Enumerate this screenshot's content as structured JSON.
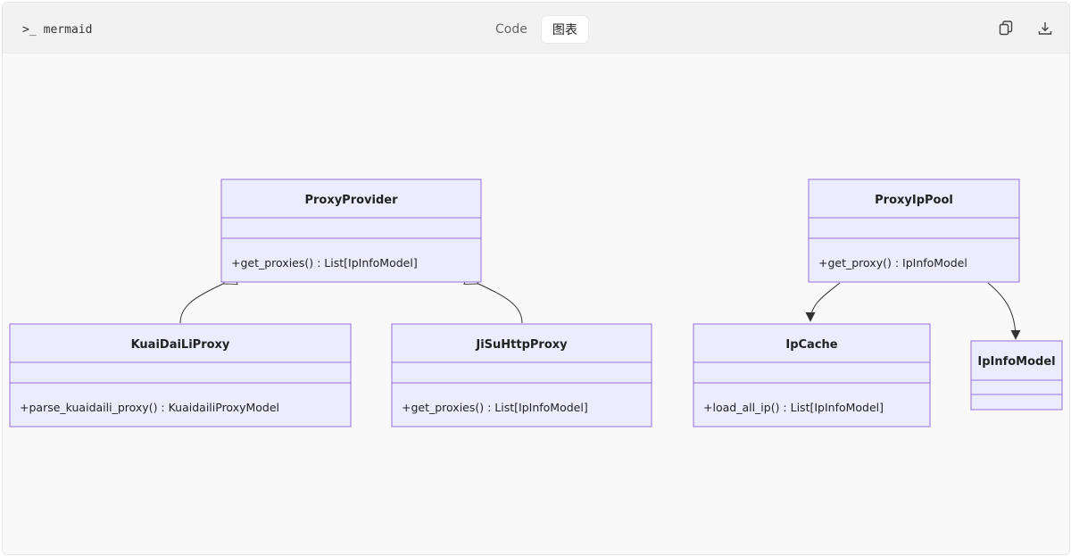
{
  "toolbar": {
    "language": "mermaid",
    "prompt_icon": "terminal-prompt-icon",
    "tabs": [
      {
        "label": "Code",
        "active": false
      },
      {
        "label": "图表",
        "active": true
      }
    ],
    "copy_icon": "copy-icon",
    "download_icon": "download-icon"
  },
  "diagram": {
    "type": "class-diagram",
    "colors": {
      "class_fill": "#ECECFF",
      "class_stroke": "#9370DB",
      "edge": "#333333"
    },
    "classes": [
      {
        "name": "ProxyProvider",
        "members": [],
        "methods": [
          "+get_proxies() : List[IpInfoModel]"
        ]
      },
      {
        "name": "KuaiDaiLiProxy",
        "members": [],
        "methods": [
          "+parse_kuaidaili_proxy() : KuaidailiProxyModel"
        ]
      },
      {
        "name": "JiSuHttpProxy",
        "members": [],
        "methods": [
          "+get_proxies() : List[IpInfoModel]"
        ]
      },
      {
        "name": "ProxyIpPool",
        "members": [],
        "methods": [
          "+get_proxy() : IpInfoModel"
        ]
      },
      {
        "name": "IpCache",
        "members": [],
        "methods": [
          "+load_all_ip() : List[IpInfoModel]"
        ]
      },
      {
        "name": "IpInfoModel",
        "members": [],
        "methods": []
      }
    ],
    "relations": [
      {
        "from": "KuaiDaiLiProxy",
        "to": "ProxyProvider",
        "type": "inheritance"
      },
      {
        "from": "JiSuHttpProxy",
        "to": "ProxyProvider",
        "type": "inheritance"
      },
      {
        "from": "ProxyIpPool",
        "to": "IpCache",
        "type": "association"
      },
      {
        "from": "ProxyIpPool",
        "to": "IpInfoModel",
        "type": "association"
      }
    ]
  }
}
